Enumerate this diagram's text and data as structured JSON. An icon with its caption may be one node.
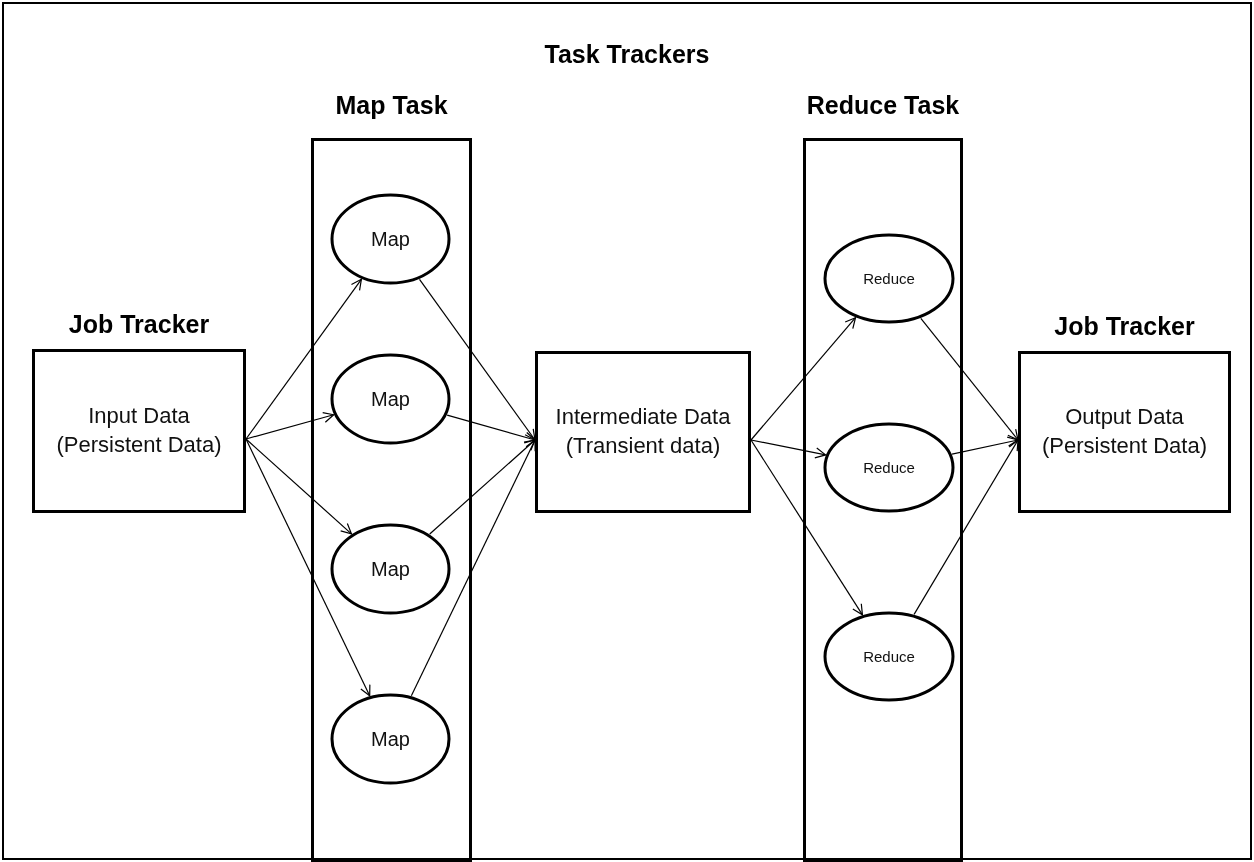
{
  "diagram": {
    "nodes": [
      {
        "text": [
          "Job Tracker",
          "Input Data (Persistent Data)"
        ]
      },
      {
        "text": [
          "Map Task"
        ]
      },
      {
        "text": [
          "Map"
        ],
        "in": 1
      },
      {
        "text": [
          "Map"
        ],
        "in": 1
      },
      {
        "text": [
          "Map"
        ],
        "in": 1
      },
      {
        "text": [
          "Map"
        ],
        "in": 1
      },
      {
        "text": [
          "Intermediate Data (Transient data)"
        ]
      },
      {
        "text": [
          "Reduce Task"
        ]
      },
      {
        "text": [
          "Reduce"
        ],
        "in": 7
      },
      {
        "text": [
          "Reduce"
        ],
        "in": 7
      },
      {
        "text": [
          "Reduce"
        ],
        "in": 7
      },
      {
        "text": [
          "Job Tracker",
          "Output Data (Persistent Data)"
        ]
      }
    ],
    "edges": [
      {
        "from": 0,
        "to": 2,
        "arrow": "to"
      },
      {
        "from": 0,
        "to": 3,
        "arrow": "to"
      },
      {
        "from": 0,
        "to": 4,
        "arrow": "to"
      },
      {
        "from": 0,
        "to": 5,
        "arrow": "to"
      },
      {
        "from": 2,
        "to": 6,
        "arrow": "to"
      },
      {
        "from": 3,
        "to": 6,
        "arrow": "to"
      },
      {
        "from": 4,
        "to": 6,
        "arrow": "to"
      },
      {
        "from": 5,
        "to": 6,
        "arrow": "to"
      },
      {
        "from": 6,
        "to": 8,
        "arrow": "to"
      },
      {
        "from": 6,
        "to": 9,
        "arrow": "to"
      },
      {
        "from": 6,
        "to": 10,
        "arrow": "to"
      },
      {
        "from": 8,
        "to": 11,
        "arrow": "to"
      },
      {
        "from": 9,
        "to": 11,
        "arrow": "to"
      },
      {
        "from": 10,
        "to": 11,
        "arrow": "to"
      }
    ],
    "labels": [
      "Task Trackers"
    ]
  }
}
